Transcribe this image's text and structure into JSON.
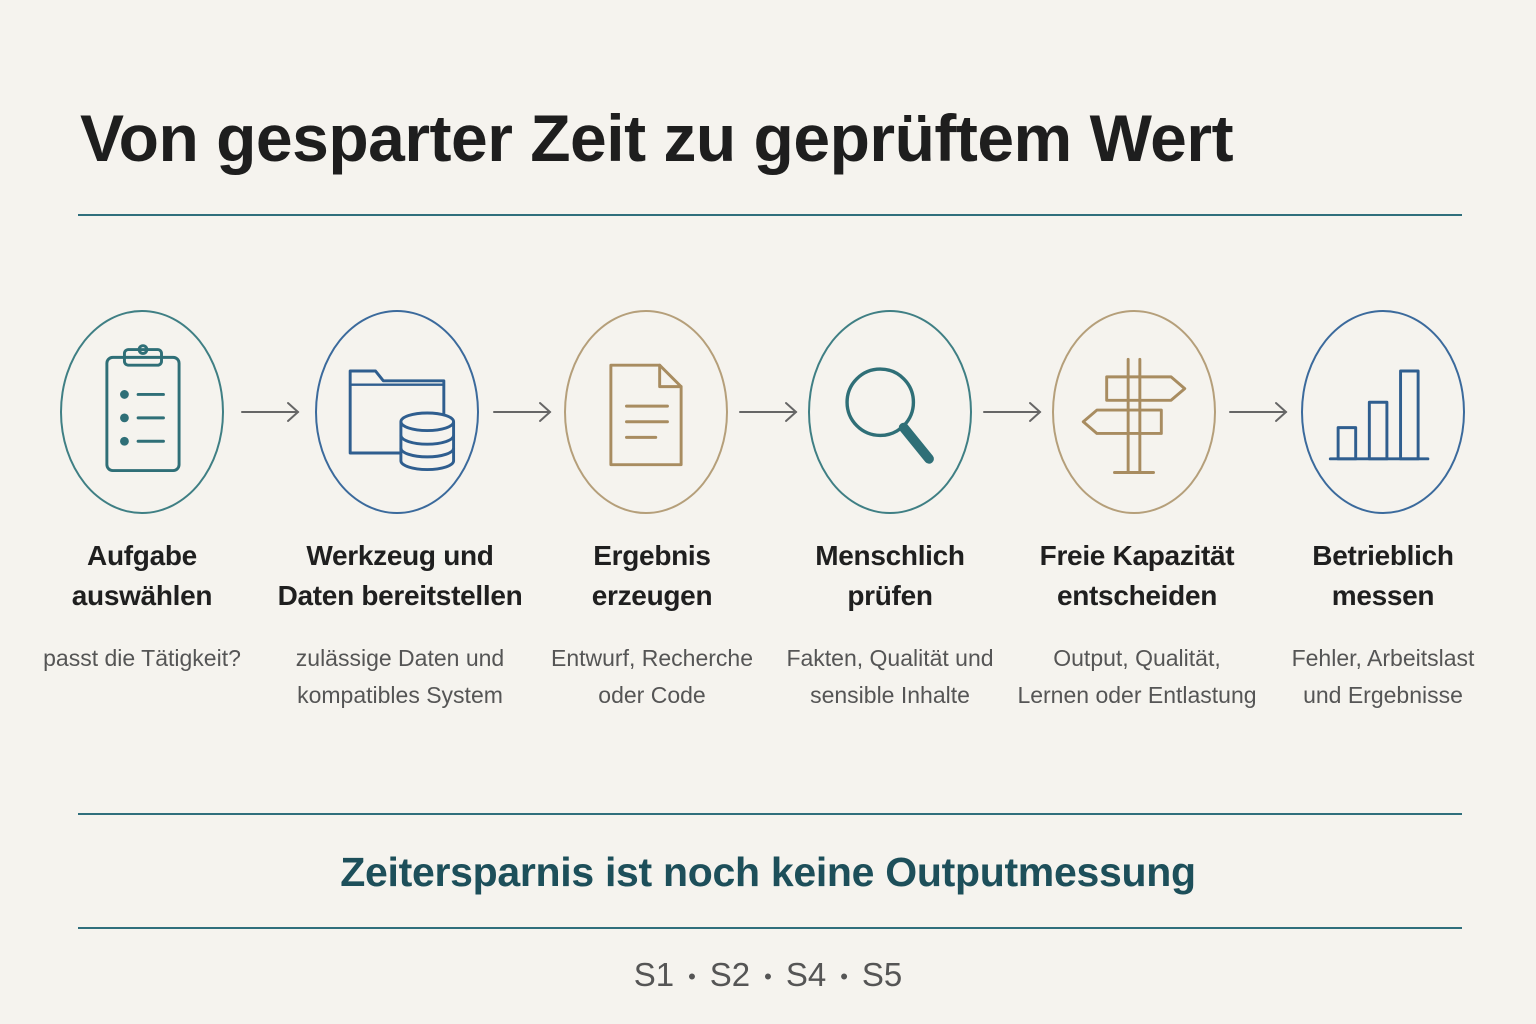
{
  "title": "Von gesparter Zeit zu geprüftem Wert",
  "steps": [
    {
      "label_line1": "Aufgabe",
      "label_line2": "auswählen",
      "desc_line1": "passt die Tätigkeit?",
      "desc_line2": "",
      "icon": "clipboard-checklist-icon",
      "color": "#3f7f84"
    },
    {
      "label_line1": "Werkzeug und",
      "label_line2": "Daten bereitstellen",
      "desc_line1": "zulässige Daten und",
      "desc_line2": "kompatibles System",
      "icon": "folder-database-icon",
      "color": "#3b6a9c"
    },
    {
      "label_line1": "Ergebnis",
      "label_line2": "erzeugen",
      "desc_line1": "Entwurf, Recherche",
      "desc_line2": "oder Code",
      "icon": "document-icon",
      "color": "#b59f7a"
    },
    {
      "label_line1": "Menschlich",
      "label_line2": "prüfen",
      "desc_line1": "Fakten, Qualität und",
      "desc_line2": "sensible Inhalte",
      "icon": "magnifier-icon",
      "color": "#3f7f84"
    },
    {
      "label_line1": "Freie Kapazität",
      "label_line2": "entscheiden",
      "desc_line1": "Output, Qualität,",
      "desc_line2": "Lernen oder Entlastung",
      "icon": "signpost-icon",
      "color": "#b59f7a"
    },
    {
      "label_line1": "Betrieblich",
      "label_line2": "messen",
      "desc_line1": "Fehler, Arbeitslast",
      "desc_line2": "und Ergebnisse",
      "icon": "bar-chart-icon",
      "color": "#3b6a9c"
    }
  ],
  "subtitle": "Zeitersparnis ist noch keine Outputmessung",
  "sources": [
    "S1",
    "S2",
    "S4",
    "S5"
  ],
  "colors": {
    "teal": "#3f7f84",
    "blue": "#3b6a9c",
    "tan": "#b59f7a",
    "heading": "#1d4f5a"
  }
}
